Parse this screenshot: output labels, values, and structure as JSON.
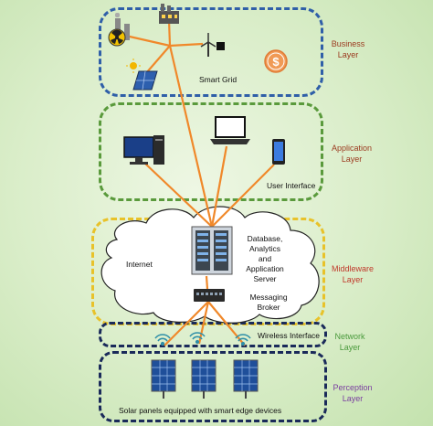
{
  "layers": {
    "business": {
      "label_1": "Business",
      "label_2": "Layer",
      "color": "#9b3a1f",
      "border": "#2f5fa8"
    },
    "application": {
      "label_1": "Application",
      "label_2": "Layer",
      "color": "#9b3a1f",
      "border": "#5a9a3c"
    },
    "middleware": {
      "label_1": "Middleware",
      "label_2": "Layer",
      "color": "#c0392b",
      "border": "#e8c22a"
    },
    "network": {
      "label_1": "Network",
      "label_2": "Layer",
      "color": "#4a9a3c",
      "border": "#1a2a5a"
    },
    "perception": {
      "label_1": "Perception",
      "label_2": "Layer",
      "color": "#7a3ea0",
      "border": "#1a2a5a"
    }
  },
  "labels": {
    "smart_grid": "Smart Grid",
    "user_interface": "User Interface",
    "internet": "Internet",
    "server_1": "Database,",
    "server_2": "Analytics",
    "server_3": "and",
    "server_4": "Application",
    "server_5": "Server",
    "broker_1": "Messaging",
    "broker_2": "Broker",
    "wireless": "Wireless Interface",
    "solar_caption": "Solar panels equipped with smart edge devices"
  },
  "colors": {
    "connection_line": "#f0882a",
    "dollar_icon": "#f09a55"
  },
  "icons": [
    "nuclear-plant-icon",
    "factory-icon",
    "wind-turbine-icon",
    "solar-panel-icon",
    "sun-icon",
    "dollar-icon",
    "desktop-computer-icon",
    "laptop-icon",
    "smartphone-icon",
    "server-rack-icon",
    "network-switch-icon",
    "wifi-icon"
  ]
}
